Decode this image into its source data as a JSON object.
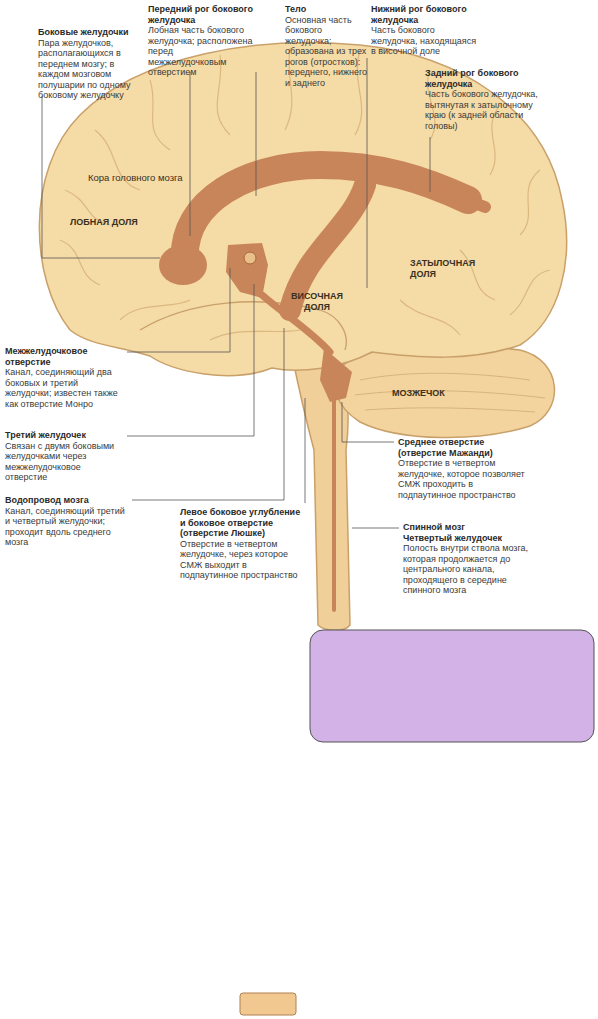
{
  "diagram": {
    "labels": [
      "Боковые желудочки",
      "Пара желудочков, располагающихся в переднем мозгу; в каждом мозговом полушарии по одному боковому желудочку",
      "Передний рог бокового желудочка",
      "Лобная часть бокового желудочка; расположена перед межжелудочковым отверстием",
      "Тело",
      "Основная часть бокового желудочка; образована из трех рогов (отростков): переднего, нижнего и заднего",
      "Нижний рог бокового желудочка",
      "Часть бокового желудочка, находящаяся в височной доле",
      "Задний рог бокового желудочка",
      "Часть бокового желудочка, вытянутая к затылочному краю (к задней области головы)",
      "Кора головного мозга",
      "ЛОБНАЯ ДОЛЯ",
      "ЗАТЫЛОЧНАЯ ДОЛЯ",
      "ВИСОЧНАЯ ДОЛЯ",
      "МОЗЖЕЧОК",
      "Межжелудочковое отверстие",
      "Канал, соединяющий два боковых и третий желудочки; известен также как отверстие Монро",
      "Третий желудочек",
      "Связан с двумя боковыми желудочками через межжелудочковое отверстие",
      "Водопровод мозга",
      "Канал, соединяющий третий и четвертый желудочки; проходит вдоль среднего мозга",
      "Левое боковое углубление и боковое отверстие (отверстие Люшке)",
      "Отверстие в четвертом желудочке, через которое СМЖ выходит в подпаутинное пространство",
      "Среднее отверстие (отверстие Мажанди)",
      "Отверстие в четвертом желудочке, которое позволяет СМЖ проходить в подпаутинное пространство",
      "Спинной мозг",
      "Четвертый желудочек",
      "Полость внутри ствола мозга, которая продолжается до центрального канала, проходящего в середине спинного мозга"
    ]
  }
}
